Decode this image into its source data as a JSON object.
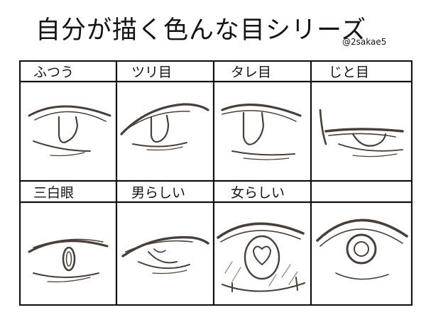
{
  "title": "自分が描く色んな目シリーズ",
  "author_handle": "@2sakae5",
  "rows": [
    {
      "cells": [
        {
          "label": "ふつう",
          "eye": "normal-eye"
        },
        {
          "label": "ツリ目",
          "eye": "upturned-eye"
        },
        {
          "label": "タレ目",
          "eye": "droopy-eye"
        },
        {
          "label": "じと目",
          "eye": "half-lidded-eye"
        }
      ]
    },
    {
      "cells": [
        {
          "label": "三白眼",
          "eye": "sanpaku-eye"
        },
        {
          "label": "男らしい",
          "eye": "masculine-eye"
        },
        {
          "label": "女らしい",
          "eye": "feminine-eye"
        },
        {
          "label": "",
          "eye": "round-eye"
        }
      ]
    }
  ]
}
